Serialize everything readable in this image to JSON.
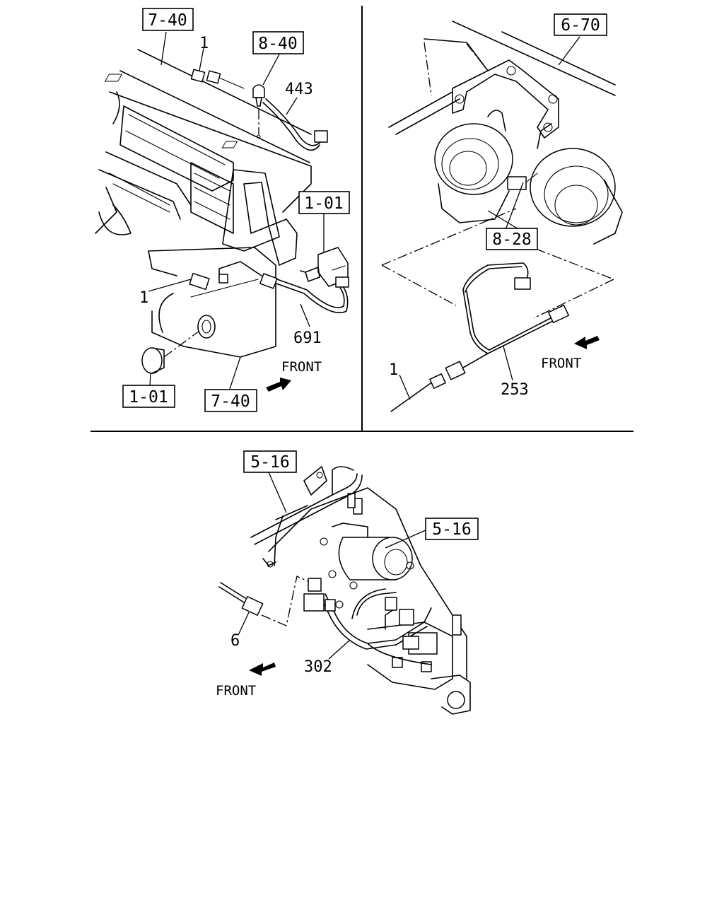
{
  "panel_top_left": {
    "ref_boxes": [
      "7-40",
      "8-40",
      "1-01",
      "1-01",
      "7-40"
    ],
    "part_numbers": [
      "1",
      "443",
      "1",
      "691"
    ],
    "front_label": "FRONT"
  },
  "panel_top_right": {
    "ref_boxes": [
      "6-70",
      "8-28"
    ],
    "part_numbers": [
      "1",
      "253"
    ],
    "front_label": "FRONT"
  },
  "panel_bottom": {
    "ref_boxes": [
      "5-16",
      "5-16"
    ],
    "part_numbers": [
      "6",
      "302"
    ],
    "front_label": "FRONT"
  }
}
